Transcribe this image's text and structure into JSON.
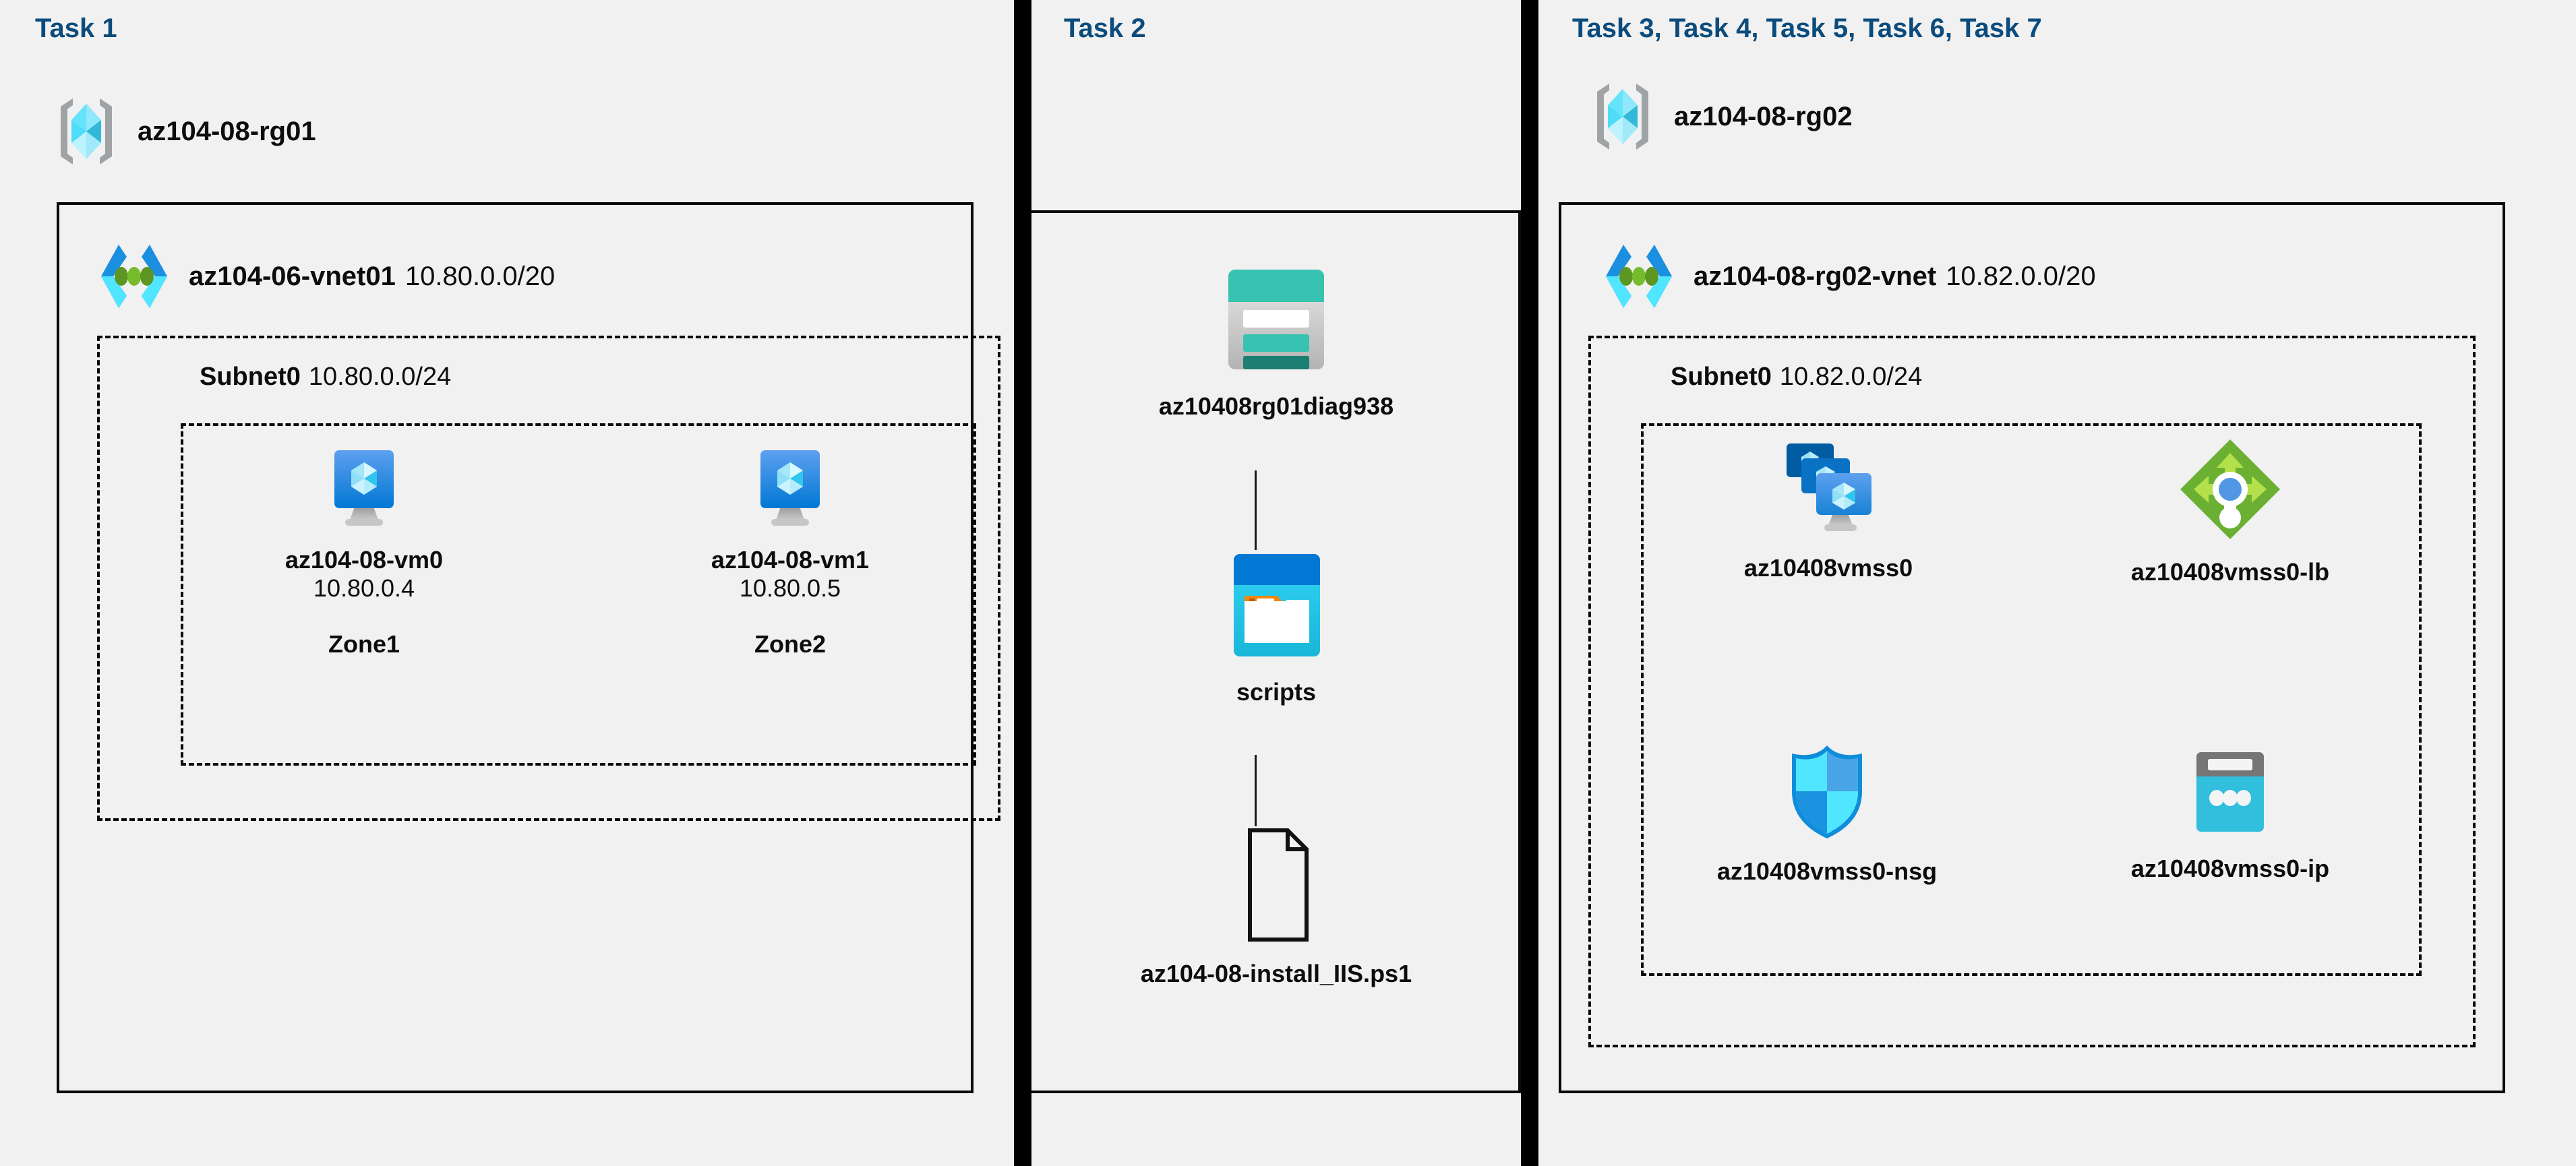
{
  "panels": [
    {
      "title": "Task 1",
      "resource_group": {
        "name": "az104-08-rg01",
        "icon": "resource-group-icon"
      },
      "vnet": {
        "name": "az104-06-vnet01",
        "cidr": "10.80.0.0/20",
        "icon": "virtual-network-icon"
      },
      "subnet": {
        "name": "Subnet0",
        "cidr": "10.80.0.0/24"
      },
      "vms": [
        {
          "name": "az104-08-vm0",
          "ip": "10.80.0.4",
          "zone": "Zone1",
          "icon": "virtual-machine-icon"
        },
        {
          "name": "az104-08-vm1",
          "ip": "10.80.0.5",
          "zone": "Zone2",
          "icon": "virtual-machine-icon"
        }
      ]
    },
    {
      "title": "Task 2",
      "nodes": [
        {
          "name": "az10408rg01diag938",
          "icon": "storage-account-icon"
        },
        {
          "name": "scripts",
          "icon": "blob-container-icon"
        },
        {
          "name": "az104-08-install_IIS.ps1",
          "icon": "script-file-icon"
        }
      ]
    },
    {
      "title": "Task 3, Task 4, Task 5, Task 6, Task 7",
      "resource_group": {
        "name": "az104-08-rg02",
        "icon": "resource-group-icon"
      },
      "vnet": {
        "name": "az104-08-rg02-vnet",
        "cidr": "10.82.0.0/20",
        "icon": "virtual-network-icon"
      },
      "subnet": {
        "name": "Subnet0",
        "cidr": "10.82.0.0/24"
      },
      "resources": [
        {
          "name": "az10408vmss0",
          "icon": "vm-scale-set-icon"
        },
        {
          "name": "az10408vmss0-lb",
          "icon": "load-balancer-icon"
        },
        {
          "name": "az10408vmss0-nsg",
          "icon": "network-security-group-icon"
        },
        {
          "name": "az10408vmss0-ip",
          "icon": "public-ip-address-icon"
        }
      ]
    }
  ],
  "colors": {
    "task_title": "#0c4c7d",
    "background": "#f1f1f1",
    "border": "#0a0a0a",
    "azure_blue": "#0078d4",
    "azure_cyan": "#32bedd",
    "storage_teal": "#37c2b1",
    "lb_green": "#6bb033",
    "vmss_dark_blue": "#005ba1"
  }
}
